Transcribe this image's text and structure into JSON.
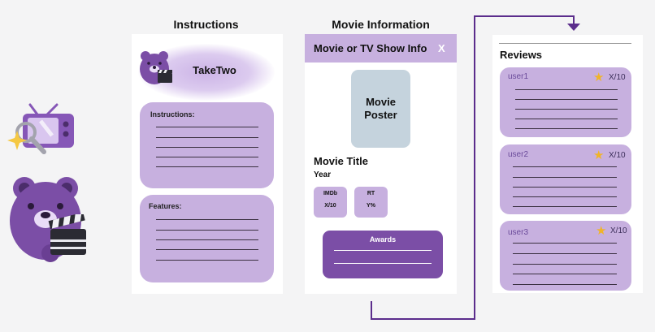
{
  "headings": {
    "instructions": "Instructions",
    "movie_info": "Movie Information"
  },
  "home": {
    "app_name": "TakeTwo",
    "instructions_label": "Instructions:",
    "features_label": "Features:"
  },
  "info": {
    "header_title": "Movie or TV Show Info",
    "close_label": "X",
    "poster_label": "Movie Poster",
    "movie_title": "Movie Title",
    "year": "Year",
    "imdb": {
      "label": "IMDb",
      "value": "X/10"
    },
    "rt": {
      "label": "RT",
      "value": "Y%"
    },
    "awards_label": "Awards"
  },
  "reviews": {
    "title": "Reviews",
    "items": [
      {
        "user": "user1",
        "score": "X/10"
      },
      {
        "user": "user2",
        "score": "X/10"
      },
      {
        "user": "user3",
        "score": "X/10"
      }
    ]
  },
  "icons": [
    "tv-icon",
    "magnifier-icon",
    "sparkle-icon",
    "bear-icon",
    "clapperboard-icon",
    "arrow-icon"
  ],
  "colors": {
    "accent": "#c7b0df",
    "dark_accent": "#7b4ea6",
    "icon_purple": "#8657b7",
    "poster": "#c5d3dd",
    "star": "#f0b429"
  }
}
